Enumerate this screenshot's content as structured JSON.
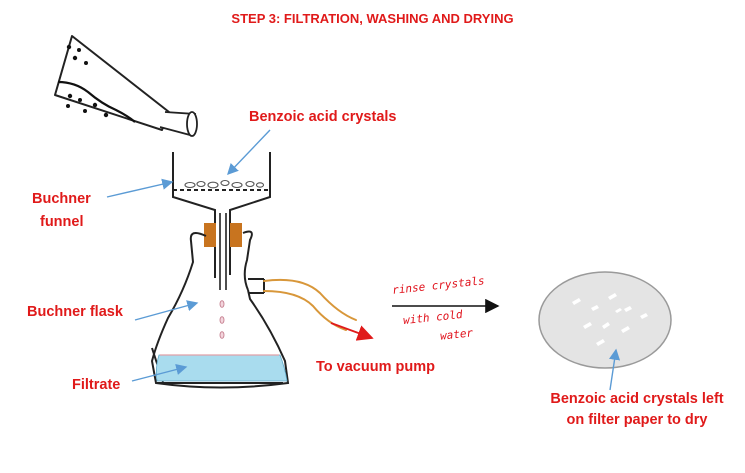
{
  "title": "STEP 3: FILTRATION, WASHING AND DRYING",
  "labels": {
    "benzoic_crystals": "Benzoic acid crystals",
    "buchner_funnel_line1": "Buchner",
    "buchner_funnel_line2": "funnel",
    "buchner_flask": "Buchner flask",
    "filtrate": "Filtrate",
    "vacuum_pump": "To vacuum pump",
    "dry_line1": "Benzoic acid crystals left",
    "dry_line2": "on filter paper to dry"
  },
  "handwritten": {
    "line1": "rinse crystals",
    "line2": "with cold",
    "line3": "water"
  },
  "colors": {
    "label_red": "#e01a1a",
    "arrow_blue": "#5b9bd5",
    "filtrate_blue": "#a9dcee",
    "stopper_orange": "#c8741f",
    "tubing_orange": "#d8973a",
    "filter_paper": "#e4e4e4"
  }
}
